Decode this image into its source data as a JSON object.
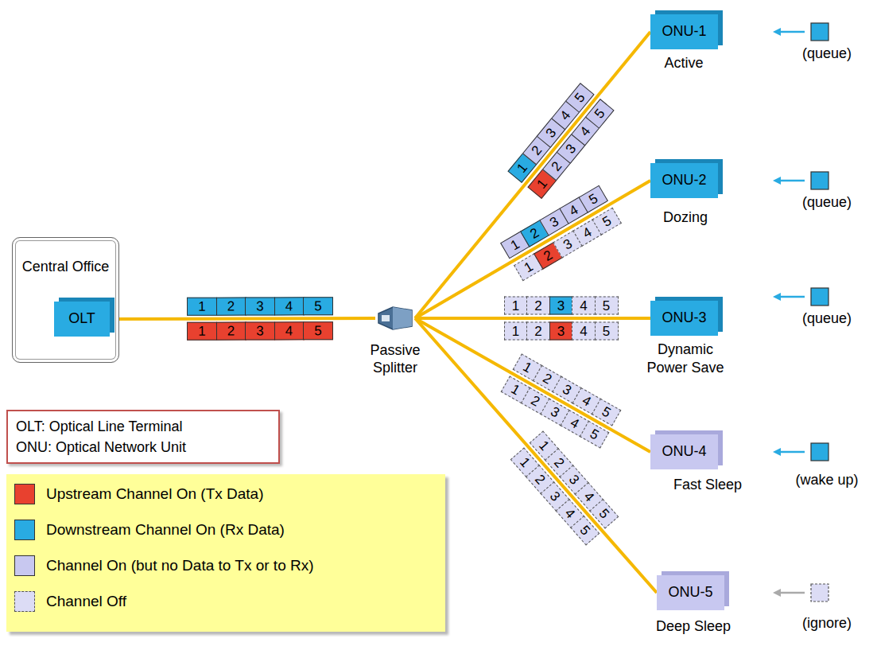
{
  "diagram": {
    "nodes": [
      {
        "text": [
          "Central Office"
        ]
      },
      {
        "text": [
          "OLT"
        ],
        "in": 0
      },
      {
        "text": [
          "Passive Splitter"
        ]
      },
      {
        "text": [
          "ONU-1"
        ]
      },
      {
        "text": [
          "ONU-2"
        ]
      },
      {
        "text": [
          "ONU-3"
        ]
      },
      {
        "text": [
          "ONU-4"
        ]
      },
      {
        "text": [
          "ONU-5"
        ]
      },
      {
        "text": [
          "OLT: Optical Line Terminal",
          "ONU: Optical Network Unit"
        ]
      }
    ],
    "edges": [
      {
        "from": 1,
        "to": 2,
        "arrow": "none"
      },
      {
        "from": 2,
        "to": 3,
        "arrow": "none"
      },
      {
        "from": 2,
        "to": 4,
        "arrow": "none"
      },
      {
        "from": 2,
        "to": 5,
        "arrow": "none"
      },
      {
        "from": 2,
        "to": 6,
        "arrow": "none"
      },
      {
        "from": 2,
        "to": 7,
        "arrow": "none"
      }
    ],
    "labels": [
      "1",
      "2",
      "3",
      "4",
      "5",
      "1",
      "2",
      "3",
      "4",
      "5",
      "1",
      "2",
      "3",
      "4",
      "5",
      "1",
      "2",
      "3",
      "4",
      "5",
      "Active",
      "(queue)",
      "1",
      "2",
      "3",
      "4",
      "5",
      "1",
      "2",
      "3",
      "4",
      "5",
      "Dozing",
      "(queue)",
      "1",
      "2",
      "3",
      "4",
      "5",
      "1",
      "2",
      "3",
      "4",
      "5",
      "Dynamic Power Save",
      "(queue)",
      "1",
      "2",
      "3",
      "4",
      "5",
      "1",
      "2",
      "3",
      "4",
      "5",
      "Fast Sleep",
      "(wake up)",
      "1",
      "2",
      "3",
      "4",
      "5",
      "1",
      "2",
      "3",
      "4",
      "5",
      "Deep Sleep",
      "(ignore)"
    ],
    "legend": [
      {
        "text": "Upstream Channel On (Tx Data)",
        "color": "#e8412f"
      },
      {
        "text": "Downstream Channel On (Rx Data)",
        "color": "#29abe2"
      },
      {
        "text": "Channel On (but no Data to Tx or to Rx)",
        "color": "#c8c8f0"
      },
      {
        "text": "Channel Off",
        "color": "#dcdcf5"
      }
    ]
  }
}
